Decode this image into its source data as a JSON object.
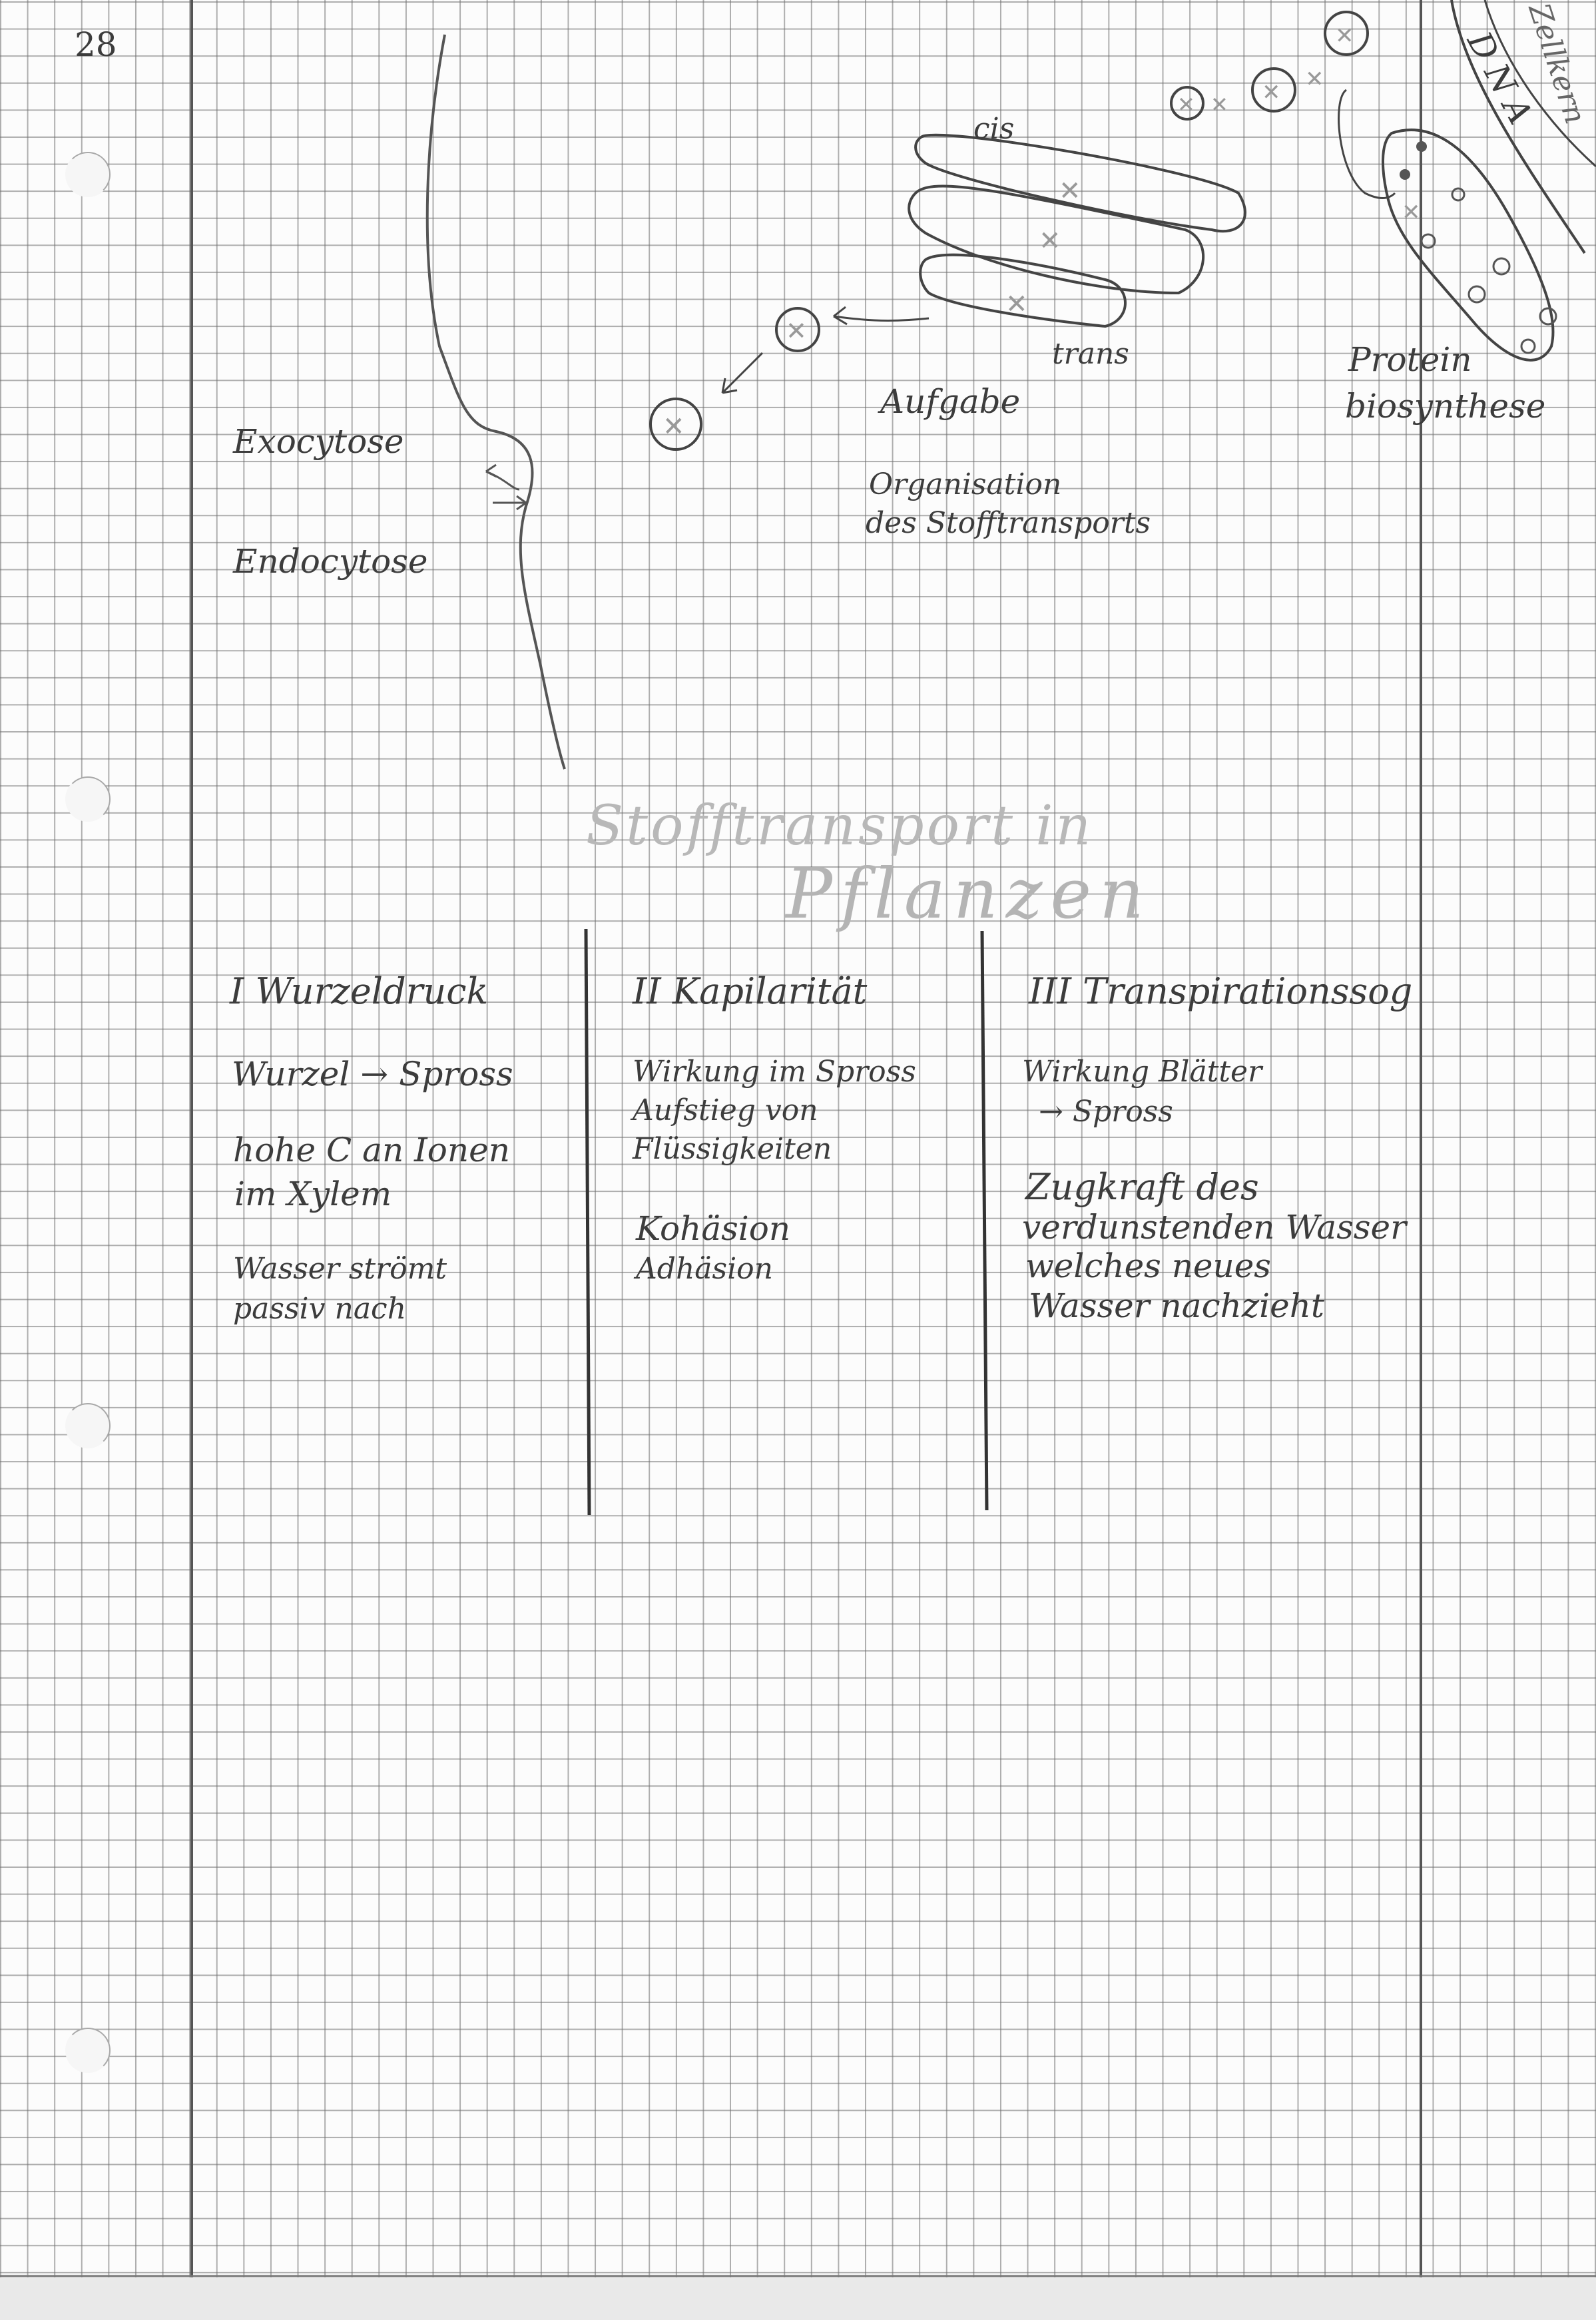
{
  "page": {
    "number": "28"
  },
  "diagram": {
    "exocytose": "Exocytose",
    "endocytose": "Endocytose",
    "golgi_cis": "cis",
    "golgi_trans": "trans",
    "aufgabe": "Aufgabe",
    "organisation_line1": "Organisation",
    "organisation_line2": "des Stofftransports",
    "protein_line1": "Protein",
    "protein_line2": "biosynthese",
    "dna": "DNA",
    "nucleus_label": "Zellkern"
  },
  "heading": {
    "line1": "Stofftransport in",
    "line2": "Pflanzen"
  },
  "columns": [
    {
      "title": "I  Wurzeldruck",
      "lines": [
        "Wurzel → Spross",
        "hohe C an Ionen",
        "im Xylem",
        "Wasser strömt",
        "passiv nach"
      ]
    },
    {
      "title": "II  Kapilarität",
      "lines": [
        "Wirkung im Spross",
        "Aufstieg von",
        "Flüssigkeiten",
        "Kohäsion",
        "Adhäsion"
      ]
    },
    {
      "title": "III  Transpirationssog",
      "lines": [
        "Wirkung Blätter",
        "→ Spross",
        "Zugkraft des",
        "verdunstenden Wasser",
        "welches neues",
        "Wasser nachzieht"
      ]
    }
  ]
}
